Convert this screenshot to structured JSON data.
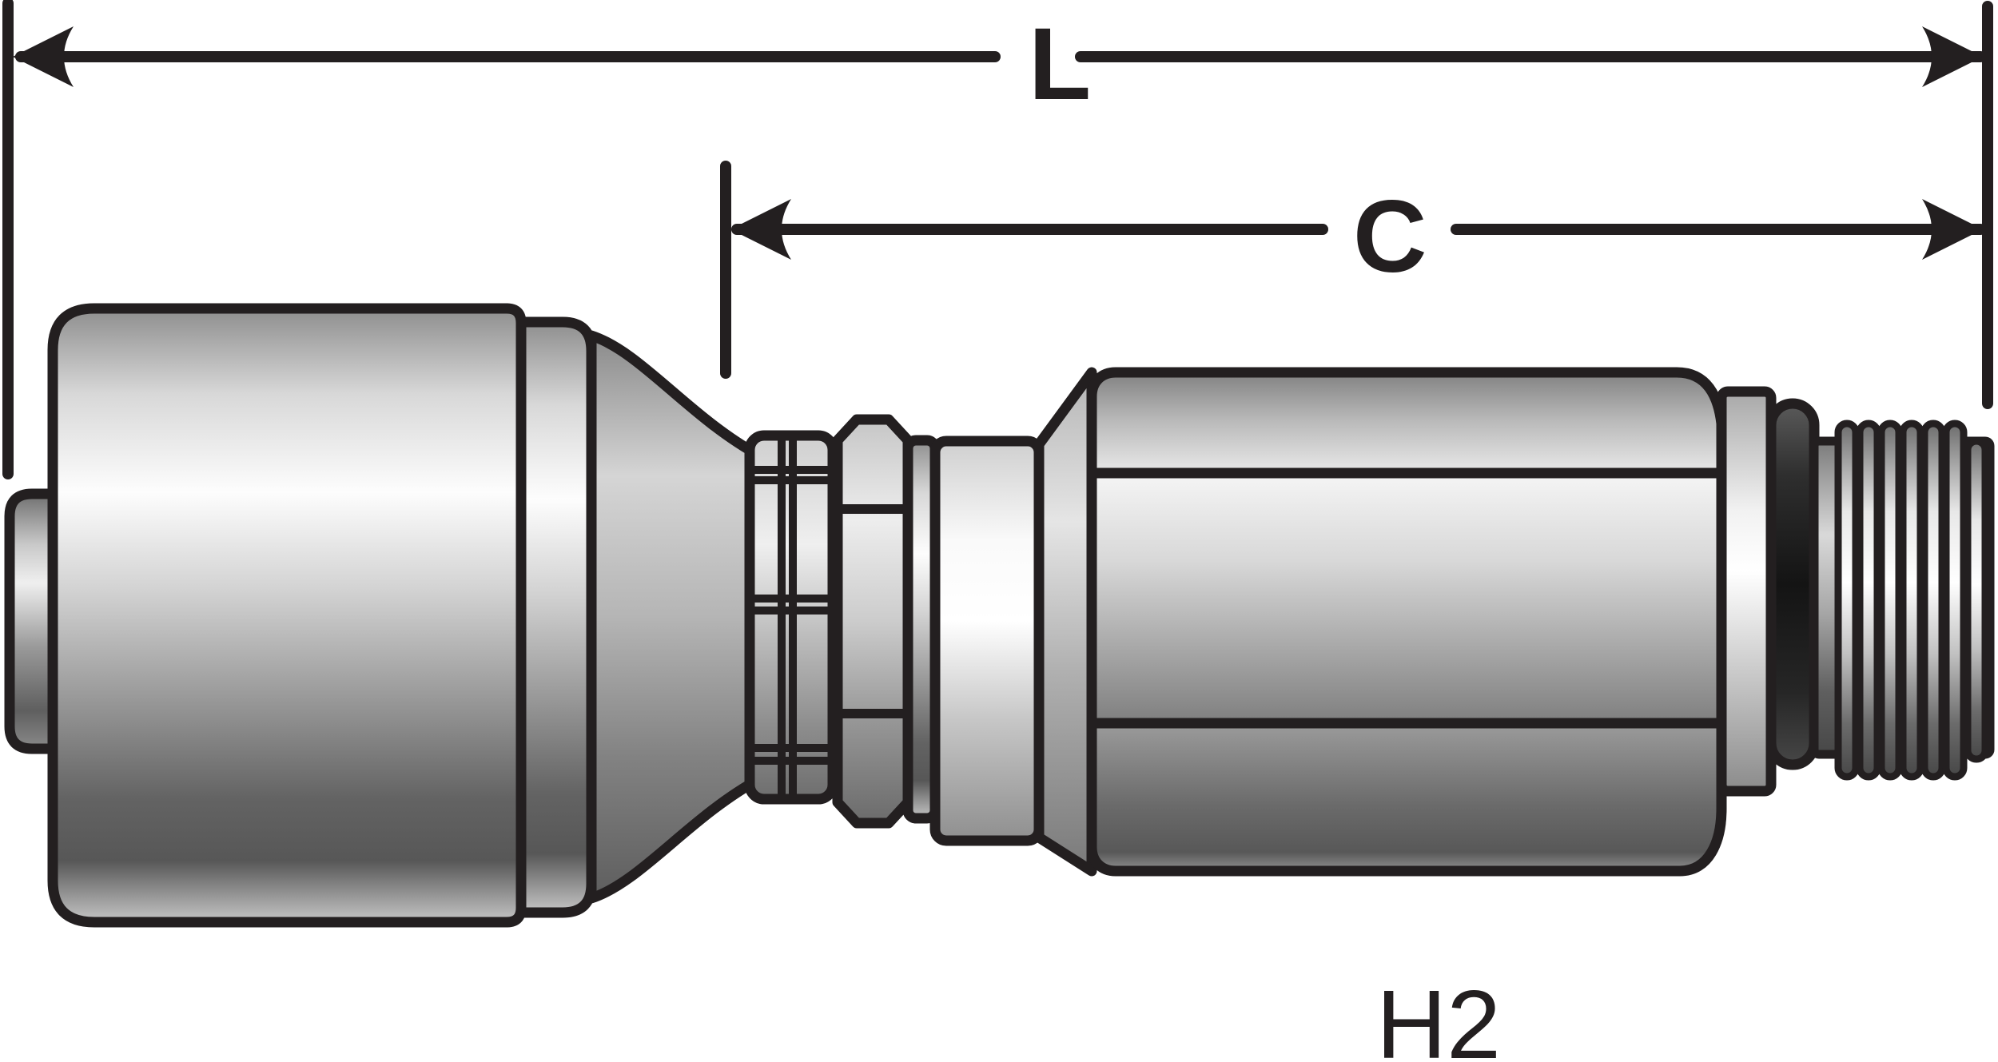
{
  "figure": {
    "dimension_labels": {
      "overall": "L",
      "cutoff": "C"
    },
    "part_code": "H2"
  },
  "colors": {
    "background": "#ffffff",
    "outline": "#231f20",
    "o_ring_fill": "#141414",
    "metal_highlight": "#ffffff",
    "metal_shadow": "#575757"
  }
}
